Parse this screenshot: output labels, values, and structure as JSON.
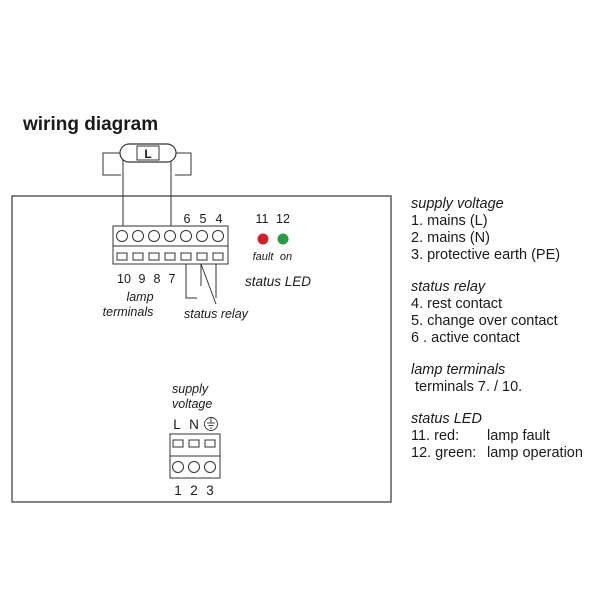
{
  "title": "wiring diagram",
  "lamp": {
    "label": "L"
  },
  "lamp_terminals": {
    "numbers_bottom": [
      "10",
      "9",
      "8",
      "7"
    ],
    "numbers_top": [
      "6",
      "5",
      "4"
    ],
    "label_line1": "lamp",
    "label_line2": "terminals"
  },
  "status_relay_label": "status relay",
  "status_led": {
    "numbers": [
      "11",
      "12"
    ],
    "fault_label": "fault",
    "on_label": "on",
    "title": "status LED",
    "colors": {
      "fault": "#d0202a",
      "on": "#2a9a46"
    }
  },
  "supply": {
    "label_line1": "supply",
    "label_line2": "voltage",
    "symbols": [
      "L",
      "N"
    ],
    "earth_symbol": "earth-icon",
    "numbers": [
      "1",
      "2",
      "3"
    ]
  },
  "legend": {
    "supply_voltage": {
      "title": "supply voltage",
      "items": [
        "1.  mains (L)",
        "2.  mains (N)",
        "3.  protective earth (PE)"
      ]
    },
    "status_relay": {
      "title": "status relay",
      "items": [
        "4.  rest contact",
        "5.  change over contact",
        "6 . active contact"
      ]
    },
    "lamp_terminals": {
      "title": "lamp terminals",
      "items": [
        " terminals 7. / 10."
      ]
    },
    "status_led": {
      "title": "status LED",
      "items": [
        {
          "key": "11. red:",
          "value": "lamp fault"
        },
        {
          "key": "12. green:",
          "value": "lamp operation"
        }
      ]
    }
  }
}
